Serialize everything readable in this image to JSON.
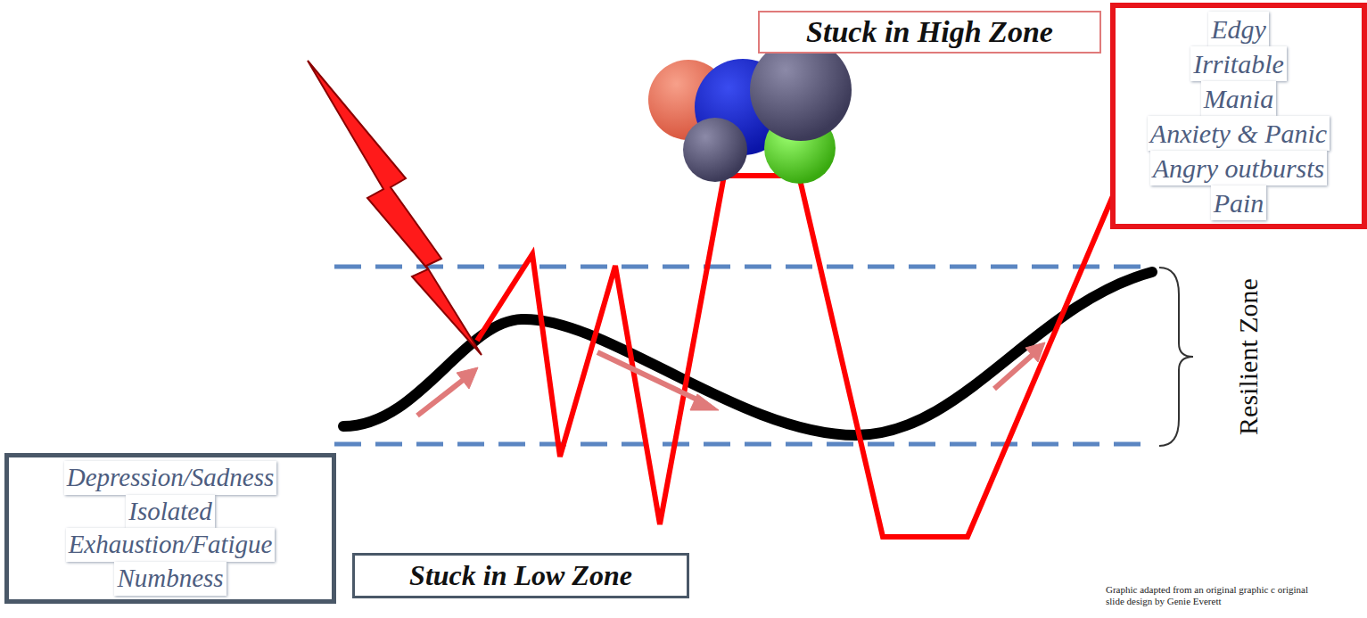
{
  "diagram": {
    "nodes": [
      {
        "text": [
          "Stuck in High Zone"
        ]
      },
      {
        "text": [
          "Edgy",
          "Irritable",
          "Mania",
          "Anxiety & Panic",
          "Angry outbursts",
          "Pain"
        ]
      },
      {
        "text": [
          "Depression/Sadness",
          "Isolated",
          "Exhaustion/Fatigue",
          "Numbness"
        ]
      },
      {
        "text": [
          "Stuck in Low Zone"
        ]
      }
    ],
    "labels": [
      "Resilient Zone",
      "Graphic adapted from an original graphic c original slide design by Genie Everett"
    ]
  }
}
